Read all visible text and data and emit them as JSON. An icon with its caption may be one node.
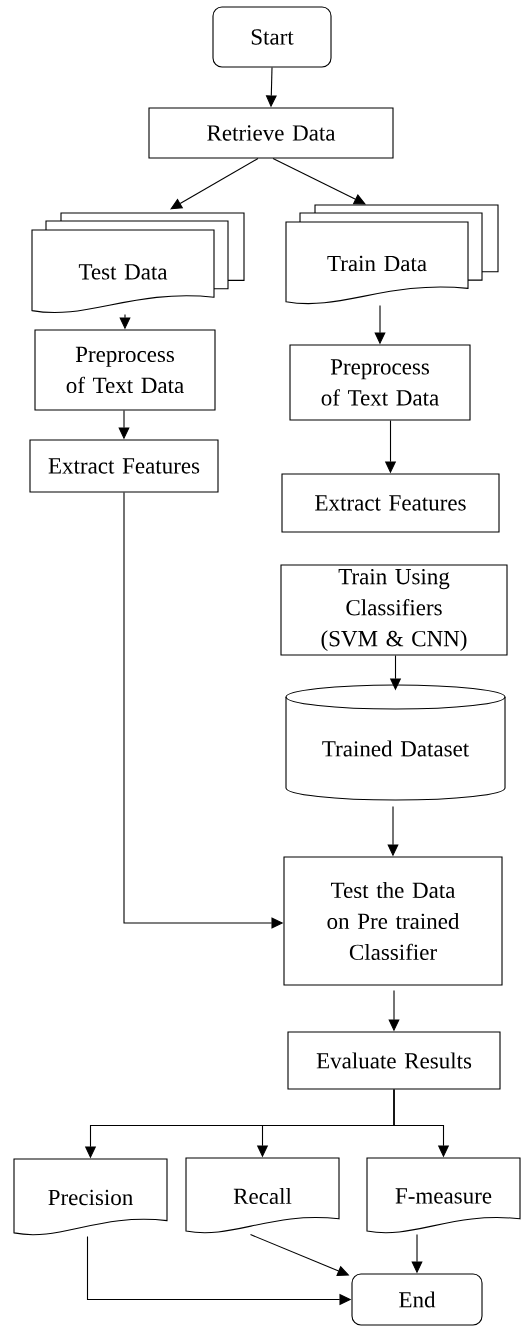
{
  "diagram": {
    "nodes": [
      {
        "text": [
          "Start"
        ]
      },
      {
        "text": [
          "Retrieve Data"
        ]
      },
      {
        "text": [
          "Test Data"
        ]
      },
      {
        "text": [
          "Train Data"
        ]
      },
      {
        "text": [
          "Preprocess of Text Data"
        ]
      },
      {
        "text": [
          "Preprocess of Text Data"
        ]
      },
      {
        "text": [
          "Extract Features"
        ]
      },
      {
        "text": [
          "Extract Features"
        ]
      },
      {
        "text": [
          "Train Using Classifiers (SVM & CNN)"
        ]
      },
      {
        "text": [
          "Trained Dataset"
        ]
      },
      {
        "text": [
          "Test the Data on Pre trained Classifier"
        ]
      },
      {
        "text": [
          "Evaluate Results"
        ]
      },
      {
        "text": [
          "Precision"
        ]
      },
      {
        "text": [
          "Recall"
        ]
      },
      {
        "text": [
          "F-measure"
        ]
      },
      {
        "text": [
          "End"
        ]
      }
    ],
    "edges": [
      {
        "from": 0,
        "to": 1,
        "arrow": "to"
      },
      {
        "from": 1,
        "to": 2,
        "arrow": "to"
      },
      {
        "from": 1,
        "to": 3,
        "arrow": "to"
      },
      {
        "from": 2,
        "to": 4,
        "arrow": "to"
      },
      {
        "from": 3,
        "to": 5,
        "arrow": "to"
      },
      {
        "from": 4,
        "to": 6,
        "arrow": "to"
      },
      {
        "from": 5,
        "to": 7,
        "arrow": "to"
      },
      {
        "from": 6,
        "to": 10,
        "arrow": "to"
      },
      {
        "from": 8,
        "to": 9,
        "arrow": "to"
      },
      {
        "from": 9,
        "to": 10,
        "arrow": "to"
      },
      {
        "from": 10,
        "to": 11,
        "arrow": "to"
      },
      {
        "from": 11,
        "to": 12,
        "arrow": "to"
      },
      {
        "from": 11,
        "to": 13,
        "arrow": "to"
      },
      {
        "from": 11,
        "to": 14,
        "arrow": "to"
      },
      {
        "from": 12,
        "to": 15,
        "arrow": "to"
      },
      {
        "from": 13,
        "to": 15,
        "arrow": "to"
      },
      {
        "from": 14,
        "to": 15,
        "arrow": "to"
      }
    ]
  }
}
